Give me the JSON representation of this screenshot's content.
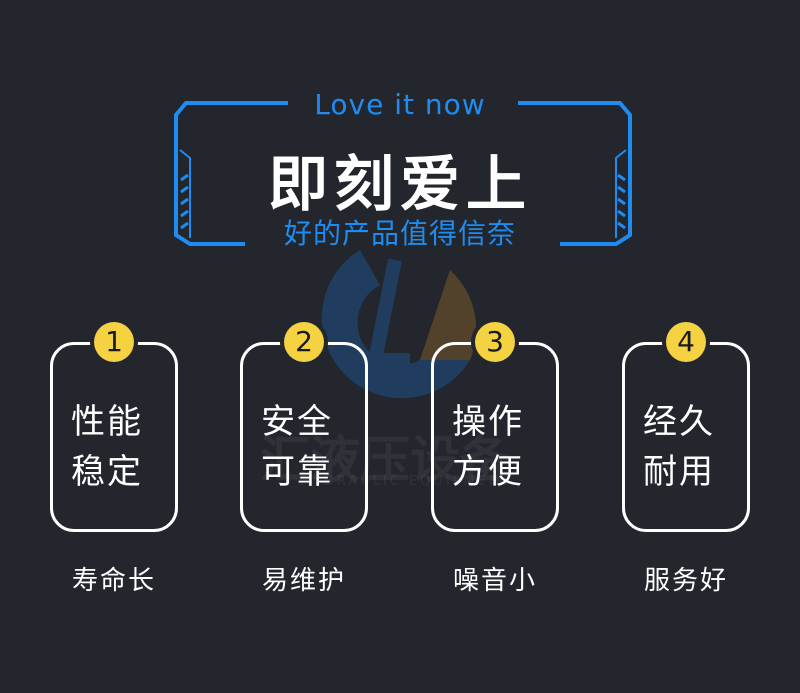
{
  "header": {
    "english": "Love it now",
    "title": "即刻爱上",
    "subtitle": "好的产品值得信奈"
  },
  "colors": {
    "background": "#24262d",
    "accent_blue": "#1e8cf0",
    "badge_yellow": "#f4d242"
  },
  "watermark": {
    "text": "汇液压设备",
    "subtext": "HYDRAULIC EQUIPMENT"
  },
  "cards": [
    {
      "number": "1",
      "line1": "性能",
      "line2": "稳定",
      "caption": "寿命长"
    },
    {
      "number": "2",
      "line1": "安全",
      "line2": "可靠",
      "caption": "易维护"
    },
    {
      "number": "3",
      "line1": "操作",
      "line2": "方便",
      "caption": "噪音小"
    },
    {
      "number": "4",
      "line1": "经久",
      "line2": "耐用",
      "caption": "服务好"
    }
  ]
}
